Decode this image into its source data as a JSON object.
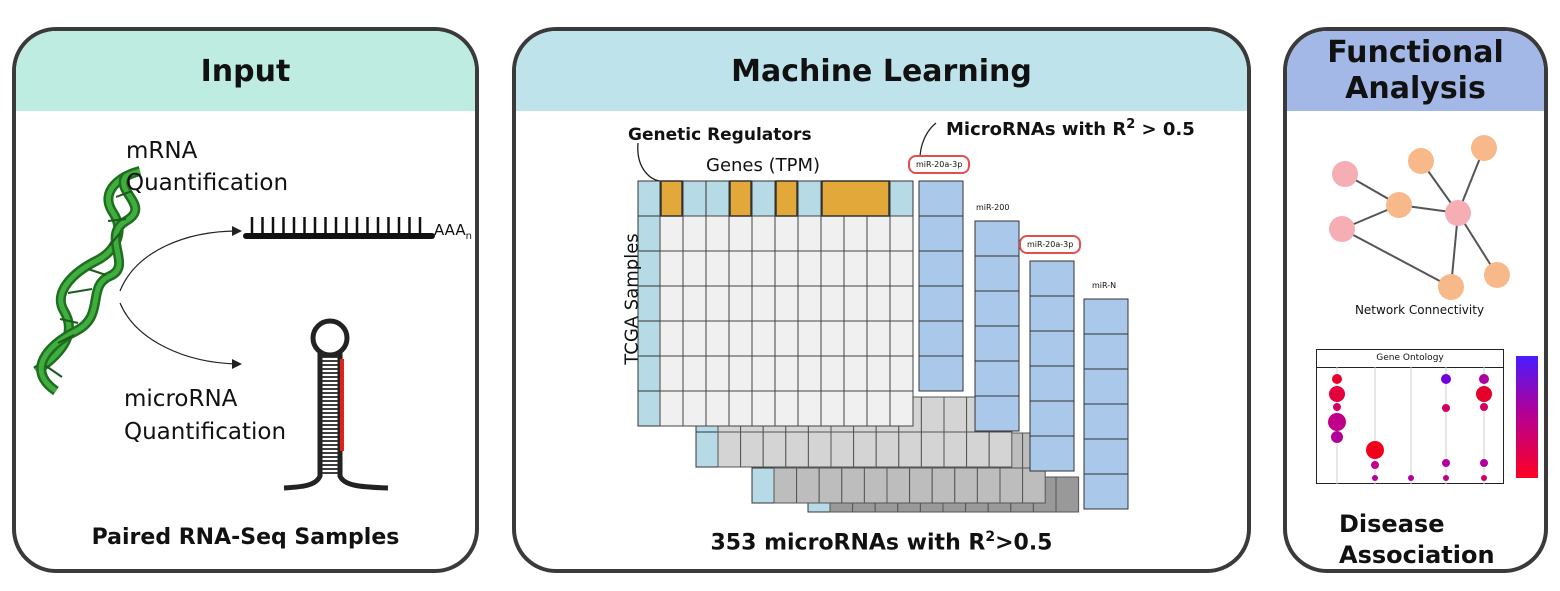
{
  "input": {
    "title": "Input",
    "mrna_label_1": "mRNA",
    "mrna_label_2": "Quantification",
    "polya": "AAA",
    "polya_sub": "n",
    "mirna_label_1": "microRNA",
    "mirna_label_2": "Quantification",
    "footer": "Paired RNA-Seq Samples"
  },
  "ml": {
    "title": "Machine Learning",
    "genetic_regulators": "Genetic Regulators",
    "genes_tpm": "Genes (TPM)",
    "mirnas_label": "MicroRNAs with R",
    "mirnas_sup": "2",
    "mirnas_tail": " > 0.5",
    "tcga_samples": "TCGA Samples",
    "tag_1": "miR-20a-3p",
    "tag_2": "miR-200",
    "tag_3": "miR-20a-3p",
    "tag_4": "miR-N",
    "footer_pre": "353 microRNAs with R",
    "footer_sup": "2",
    "footer_post": ">0.5"
  },
  "functional": {
    "title_1": "Functional",
    "title_2": "Analysis",
    "network_label": "Network Connectivity",
    "go_title": "Gene Ontology",
    "disease_1": "Disease",
    "disease_2": "Association"
  },
  "colors": {
    "input_header": "#bfece0",
    "ml_header": "#bfe3ea",
    "fa_header": "#a3b8e6",
    "helix": "#2e8b2e",
    "highlight": "#e3a83a",
    "mirna_col": "#a9c8ea",
    "network_pink": "#f4aeb4",
    "network_orange": "#f8b98a"
  }
}
